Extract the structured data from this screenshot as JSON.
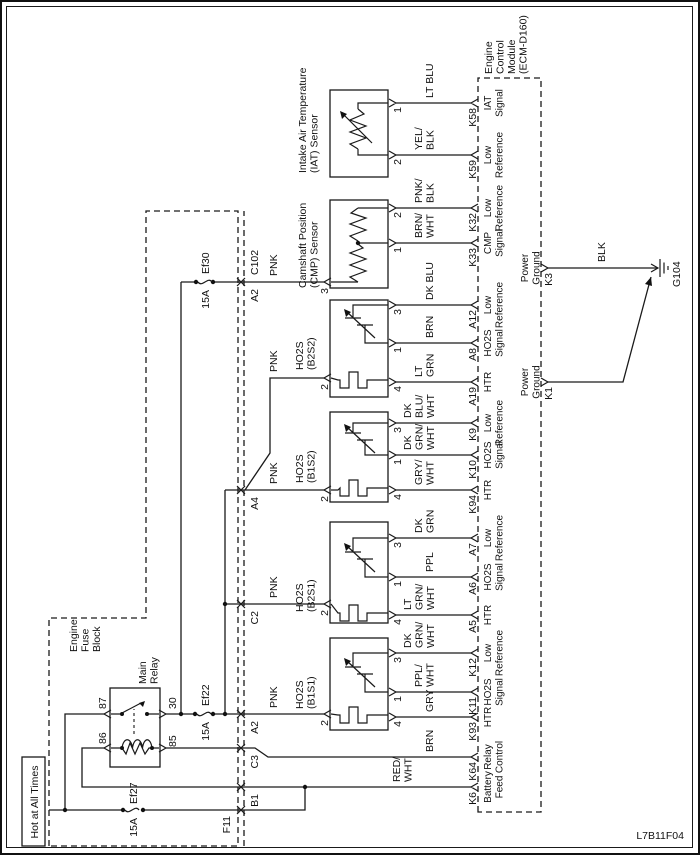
{
  "figure_id": "L7B11F04",
  "power": {
    "hot_label": "Hot at All Times",
    "fuse_block_label": [
      "Engine",
      "Fuse",
      "Block"
    ],
    "fuses": {
      "ef27": {
        "name": "Ef27",
        "amp": "15A"
      },
      "ef22": {
        "name": "Ef22",
        "amp": "15A"
      },
      "ef30": {
        "name": "Ef30",
        "amp": "15A"
      }
    },
    "relay": {
      "name": [
        "Main",
        "Relay"
      ],
      "pin87": "87",
      "pin86": "86",
      "pin30": "30",
      "pin85": "85"
    }
  },
  "connectors": {
    "c102": {
      "label": "C102",
      "pin": "A2"
    },
    "a4": "A4",
    "c2": "C2",
    "a2": "A2",
    "c3": "C3",
    "b1": "B1",
    "f11": "F11"
  },
  "wire_colors": {
    "pnk": "PNK",
    "blk": "BLK"
  },
  "sensors": {
    "iat": {
      "name": [
        "Intake Air Temperature",
        "(IAT) Sensor"
      ],
      "pins": {
        "p1": "1",
        "p2": "2"
      }
    },
    "cmp": {
      "name": [
        "Camshaft Position",
        "(CMP) Sensor"
      ],
      "pins": {
        "p1": "1",
        "p2": "2",
        "p3": "3"
      }
    },
    "ho2s": [
      {
        "name": [
          "HO2S",
          "(B2S2)"
        ],
        "pins": {
          "p2": "2",
          "p3": "3",
          "p1": "1",
          "p4": "4"
        }
      },
      {
        "name": [
          "HO2S",
          "(B1S2)"
        ],
        "pins": {
          "p2": "2",
          "p3": "3",
          "p1": "1",
          "p4": "4"
        }
      },
      {
        "name": [
          "HO2S",
          "(B2S1)"
        ],
        "pins": {
          "p2": "2",
          "p3": "3",
          "p1": "1",
          "p4": "4"
        }
      },
      {
        "name": [
          "HO2S",
          "(B1S1)"
        ],
        "pins": {
          "p2": "2",
          "p3": "3",
          "p1": "1",
          "p4": "4"
        }
      }
    ]
  },
  "ecm": {
    "name": [
      "Engine",
      "Control",
      "Module",
      "(ECM-D160)"
    ],
    "pins": [
      {
        "id": "K58",
        "fn": [
          "IAT",
          "Signal"
        ],
        "color": [
          "LT BLU"
        ]
      },
      {
        "id": "K59",
        "fn": [
          "Low",
          "Reference"
        ],
        "color": [
          "YEL/",
          "BLK"
        ]
      },
      {
        "id": "K32",
        "fn": [
          "Low",
          "Reference"
        ],
        "color": [
          "PNK/",
          "BLK"
        ]
      },
      {
        "id": "K33",
        "fn": [
          "CMP",
          "Signal"
        ],
        "color": [
          "BRN/",
          "WHT"
        ]
      },
      {
        "id": "A12",
        "fn": [
          "Low",
          "Reference"
        ],
        "color": [
          "DK BLU"
        ]
      },
      {
        "id": "A8",
        "fn": [
          "HO2S",
          "Signal"
        ],
        "color": [
          "BRN"
        ]
      },
      {
        "id": "A19",
        "fn": [
          "HTR"
        ],
        "color": [
          "LT",
          "GRN"
        ]
      },
      {
        "id": "K9",
        "fn": [
          "Low",
          "Reference"
        ],
        "color": [
          "DK",
          "BLU/",
          "WHT"
        ]
      },
      {
        "id": "K10",
        "fn": [
          "HO2S",
          "Signal"
        ],
        "color": [
          "DK",
          "GRN/",
          "WHT"
        ]
      },
      {
        "id": "K94",
        "fn": [
          "HTR"
        ],
        "color": [
          "GRY/",
          "WHT"
        ]
      },
      {
        "id": "A7",
        "fn": [
          "Low",
          "Reference"
        ],
        "color": [
          "DK",
          "GRN"
        ]
      },
      {
        "id": "A6",
        "fn": [
          "HO2S",
          "Signal"
        ],
        "color": [
          "PPL"
        ]
      },
      {
        "id": "A5",
        "fn": [
          "HTR"
        ],
        "color": [
          "LT",
          "GRN/",
          "WHT"
        ]
      },
      {
        "id": "K12",
        "fn": [
          "Low",
          "Reference"
        ],
        "color": [
          "DK",
          "GRN/",
          "WHT"
        ]
      },
      {
        "id": "K11",
        "fn": [
          "HO2S",
          "Signal"
        ],
        "color": [
          "PPL/",
          "WHT"
        ]
      },
      {
        "id": "K93",
        "fn": [
          "HTR"
        ],
        "color": [
          "GRY"
        ]
      },
      {
        "id": "K64",
        "fn": [
          "Relay",
          "Control"
        ],
        "color": [
          "BRN"
        ]
      },
      {
        "id": "K6",
        "fn": [
          "Battery",
          "Feed"
        ],
        "color": [
          "RED/",
          "WHT"
        ]
      }
    ],
    "grounds": [
      {
        "id": "K3",
        "fn": [
          "Power",
          "Ground"
        ],
        "color": [
          "BLK"
        ]
      },
      {
        "id": "K1",
        "fn": [
          "Power",
          "Ground"
        ]
      }
    ]
  },
  "ground": {
    "id": "G104"
  }
}
